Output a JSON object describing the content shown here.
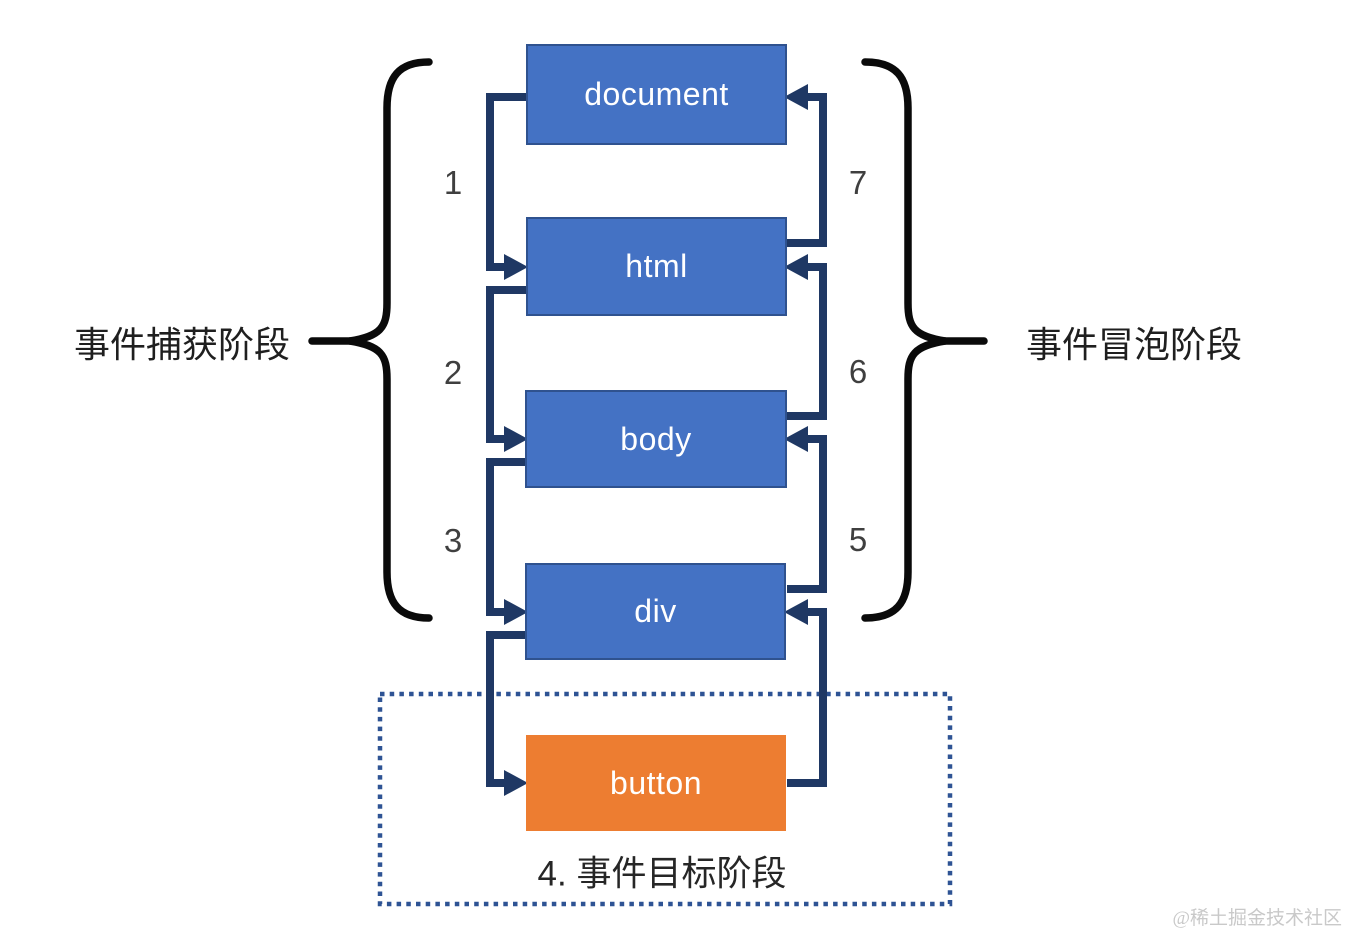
{
  "diagram": {
    "phases": {
      "capture_label": "事件捕获阶段",
      "bubble_label": "事件冒泡阶段",
      "target_label": "4. 事件目标阶段"
    },
    "nodes": [
      {
        "id": "document",
        "label": "document",
        "kind": "dom-node"
      },
      {
        "id": "html",
        "label": "html",
        "kind": "dom-node"
      },
      {
        "id": "body",
        "label": "body",
        "kind": "dom-node"
      },
      {
        "id": "div",
        "label": "div",
        "kind": "dom-node"
      },
      {
        "id": "button",
        "label": "button",
        "kind": "event-target"
      }
    ],
    "step_numbers": {
      "left": [
        "1",
        "2",
        "3"
      ],
      "right": [
        "7",
        "6",
        "5"
      ]
    },
    "flow": {
      "capture_order": [
        "document",
        "html",
        "body",
        "div",
        "button"
      ],
      "bubble_order": [
        "button",
        "div",
        "body",
        "html",
        "document"
      ]
    },
    "colors": {
      "node_fill": "#4472c4",
      "node_border": "#2f528f",
      "target_fill": "#ed7d31",
      "connector": "#1f3864",
      "brace": "#0a0a0a",
      "dotted_border": "#2e5394",
      "node_text": "#ffffff",
      "number_text": "#3f3f3f",
      "label_text": "#1f1f1f",
      "watermark_text": "#c9c9c9"
    },
    "watermark": "@稀土掘金技术社区"
  }
}
